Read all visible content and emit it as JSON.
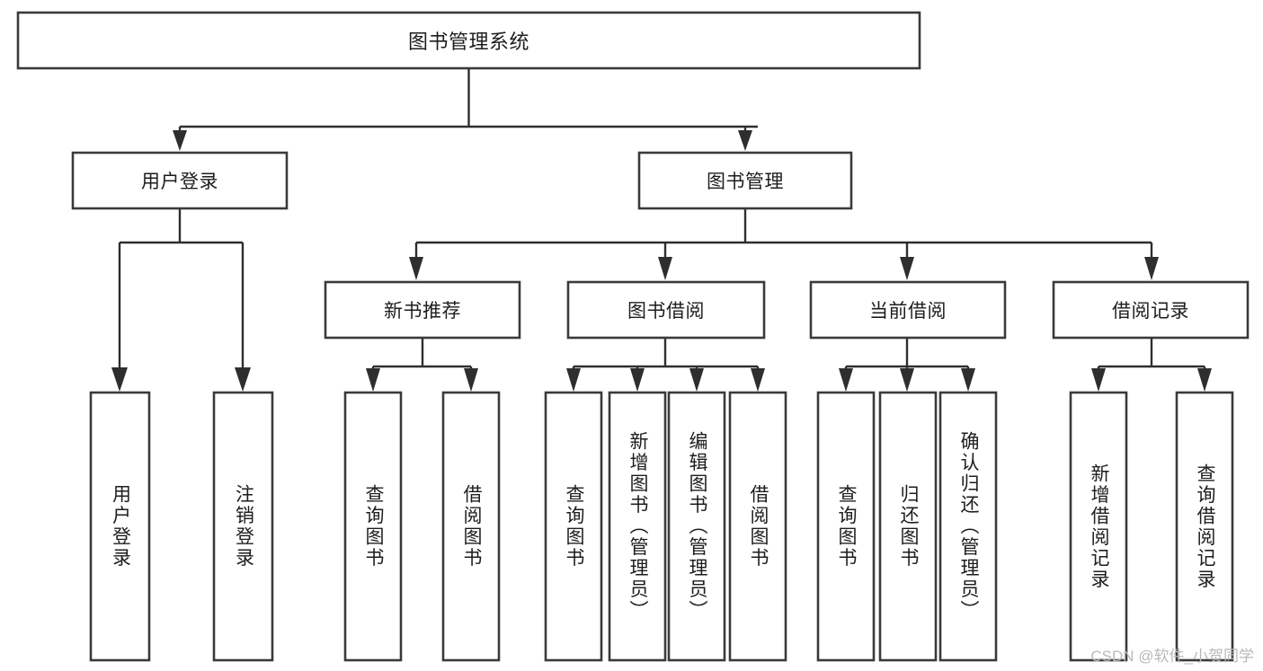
{
  "diagram": {
    "type": "tree-hierarchy",
    "title": "图书管理系统",
    "orientation": "top-down",
    "watermark": "CSDN @软件_小贺同学",
    "colors": {
      "box_stroke": "#3a3a3a",
      "box_fill": "#ffffff",
      "edge": "#2e2e2e",
      "text": "#1d1d1d",
      "watermark": "#b9b9b9",
      "background": "#ffffff"
    },
    "nodes": {
      "root": {
        "label": "图书管理系统",
        "level": 1,
        "orientation": "horizontal"
      },
      "l2": [
        {
          "id": "user-login",
          "label": "用户登录",
          "orientation": "horizontal"
        },
        {
          "id": "book-manage",
          "label": "图书管理",
          "orientation": "horizontal"
        }
      ],
      "l3": [
        {
          "id": "new-book-recommend",
          "label": "新书推荐",
          "orientation": "horizontal"
        },
        {
          "id": "book-borrow",
          "label": "图书借阅",
          "orientation": "horizontal"
        },
        {
          "id": "current-borrow",
          "label": "当前借阅",
          "orientation": "horizontal"
        },
        {
          "id": "borrow-record",
          "label": "借阅记录",
          "orientation": "horizontal"
        }
      ],
      "leaves": {
        "user-login": [
          {
            "id": "leaf-user-login",
            "label": "用户登录",
            "orientation": "vertical"
          },
          {
            "id": "leaf-logout-login",
            "label": "注销登录",
            "orientation": "vertical"
          }
        ],
        "new-book-recommend": [
          {
            "id": "leaf-query-book-1",
            "label": "查询图书",
            "orientation": "vertical"
          },
          {
            "id": "leaf-borrow-book-1",
            "label": "借阅图书",
            "orientation": "vertical"
          }
        ],
        "book-borrow": [
          {
            "id": "leaf-query-book-2",
            "label": "查询图书",
            "orientation": "vertical"
          },
          {
            "id": "leaf-add-book",
            "label": "新增图书（管理员）",
            "orientation": "vertical"
          },
          {
            "id": "leaf-edit-book",
            "label": "编辑图书（管理员）",
            "orientation": "vertical"
          },
          {
            "id": "leaf-borrow-book-2",
            "label": "借阅图书",
            "orientation": "vertical"
          }
        ],
        "current-borrow": [
          {
            "id": "leaf-query-book-3",
            "label": "查询图书",
            "orientation": "vertical"
          },
          {
            "id": "leaf-return-book",
            "label": "归还图书",
            "orientation": "vertical"
          },
          {
            "id": "leaf-confirm-return",
            "label": "确认归还（管理员）",
            "orientation": "vertical"
          }
        ],
        "borrow-record": [
          {
            "id": "leaf-add-record",
            "label": "新增借阅记录",
            "orientation": "vertical"
          },
          {
            "id": "leaf-query-record",
            "label": "查询借阅记录",
            "orientation": "vertical"
          }
        ]
      }
    }
  }
}
